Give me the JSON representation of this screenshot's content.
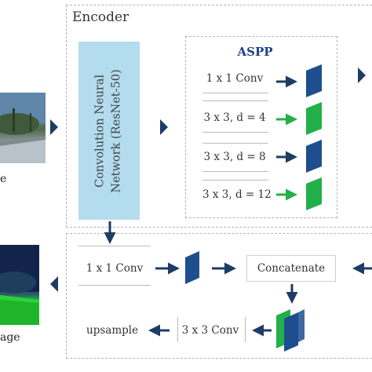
{
  "encoder": {
    "title": "Encoder"
  },
  "image_labels": {
    "top": "e",
    "bottom": "age"
  },
  "cnn": {
    "line1": "Convolution Neural",
    "line2": "Network (ResNet-50)"
  },
  "aspp": {
    "title": "ASPP",
    "ops": [
      "1 x 1 Conv",
      "3 x 3, d = 4",
      "3 x 3, d = 8",
      "3 x 3, d = 12"
    ]
  },
  "decoder": {
    "conv1x1": "1 x 1 Conv",
    "concatenate": "Concatenate",
    "conv3x3": "3 x 3 Conv",
    "upsample": "upsample"
  },
  "colors": {
    "blue": "#1f4e8f",
    "green": "#22b04a",
    "navy_arrow": "#1d3c66",
    "cnn_fill": "#b3dcef",
    "aspp_title": "#1c3f8a"
  }
}
